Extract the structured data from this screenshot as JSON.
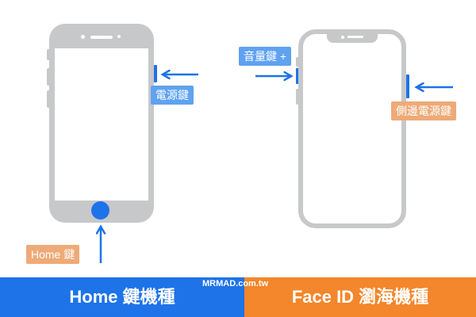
{
  "home_phone": {
    "power_label": "電源鍵",
    "home_label": "Home 鍵"
  },
  "faceid_phone": {
    "volume_label": "音量鍵 +",
    "side_label": "側邊電源鍵"
  },
  "banner": {
    "left_title": "Home 鍵機種",
    "right_title": "Face ID 瀏海機種",
    "watermark": "MRMAD.com.tw"
  },
  "colors": {
    "accent_blue": "#1e73e8",
    "label_blue": "#5fa2f0",
    "label_orange": "#eeaa78",
    "banner_orange": "#f4862b",
    "device_gray": "#c7c8ca"
  }
}
